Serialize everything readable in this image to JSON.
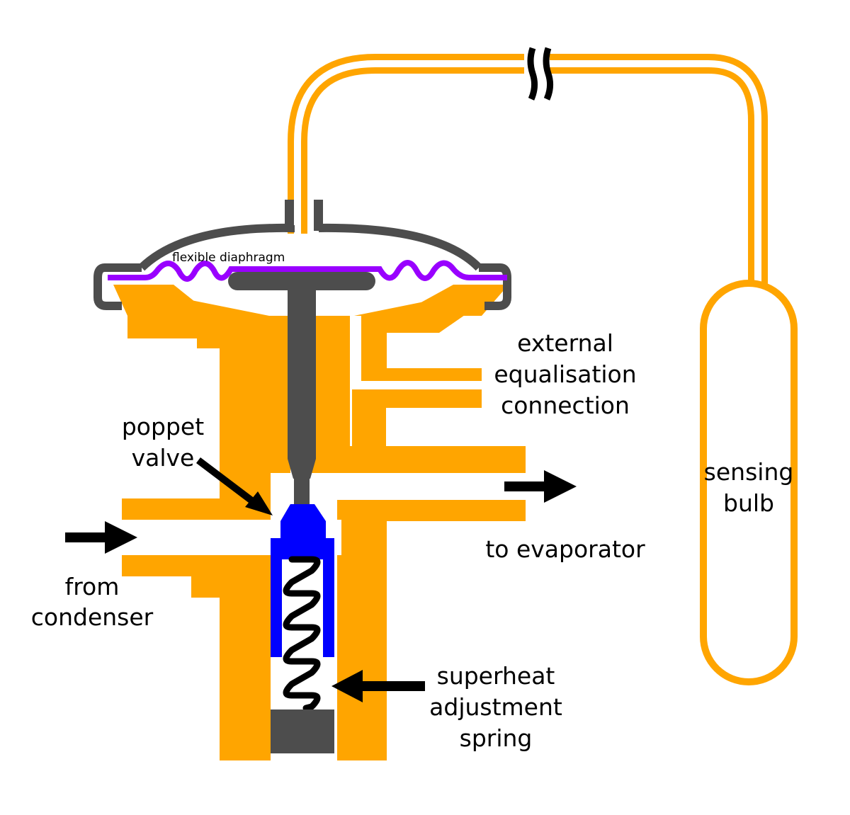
{
  "labels": {
    "flexible_diaphragm": "flexible diaphragm",
    "external_equalisation": [
      "external",
      "equalisation",
      "connection"
    ],
    "poppet_valve": [
      "poppet",
      "valve"
    ],
    "to_evaporator": "to evaporator",
    "from_condenser": [
      "from",
      "condenser"
    ],
    "superheat_spring": [
      "superheat",
      "adjustment",
      "spring"
    ],
    "sensing_bulb": [
      "sensing",
      "bulb"
    ]
  },
  "colors": {
    "body": "#FFA500",
    "housing": "#4D4D4D",
    "diaphragm": "#9900FF",
    "poppet": "#0000FF",
    "spring": "#000000",
    "arrow": "#000000",
    "background": "#FFFFFF"
  }
}
